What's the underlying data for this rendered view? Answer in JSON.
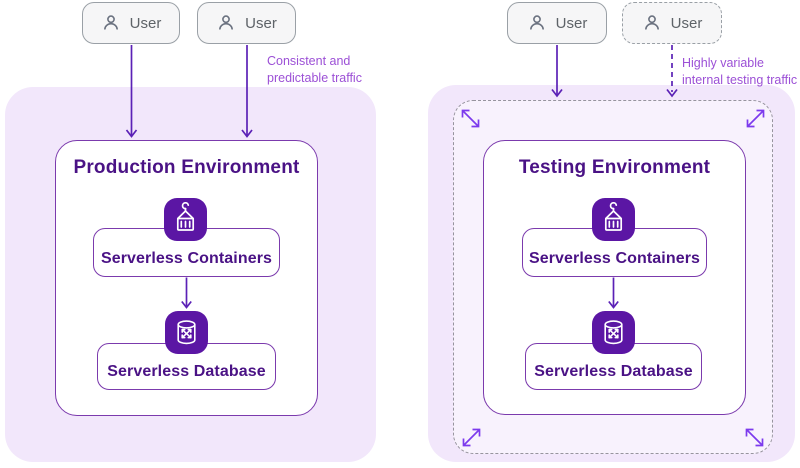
{
  "left": {
    "users": [
      {
        "label": "User"
      },
      {
        "label": "User"
      }
    ],
    "caption": {
      "line1": "Consistent and",
      "line2": "predictable traffic"
    },
    "title": "Production Environment",
    "containers_label": "Serverless Containers",
    "database_label": "Serverless Database"
  },
  "right": {
    "users": [
      {
        "label": "User"
      },
      {
        "label": "User"
      }
    ],
    "caption": {
      "line1": "Highly variable",
      "line2": "internal testing traffic"
    },
    "title": "Testing Environment",
    "containers_label": "Serverless Containers",
    "database_label": "Serverless Database"
  },
  "icons": {
    "user": "user-icon",
    "containers": "container-crane-icon",
    "database": "database-autoscale-icon",
    "corners": "expand-diagonal-arrows-icon"
  },
  "colors": {
    "panel_lavender": "#F2E7FB",
    "inner_lavender": "#F8F2FD",
    "deep_purple_tile": "#5B16A4",
    "title_purple": "#4A1285",
    "border_purple": "#7B3AAD",
    "arrow_purple": "#5B21B6",
    "caption_purple": "#9C50D6",
    "user_gray": "#5E6368"
  }
}
